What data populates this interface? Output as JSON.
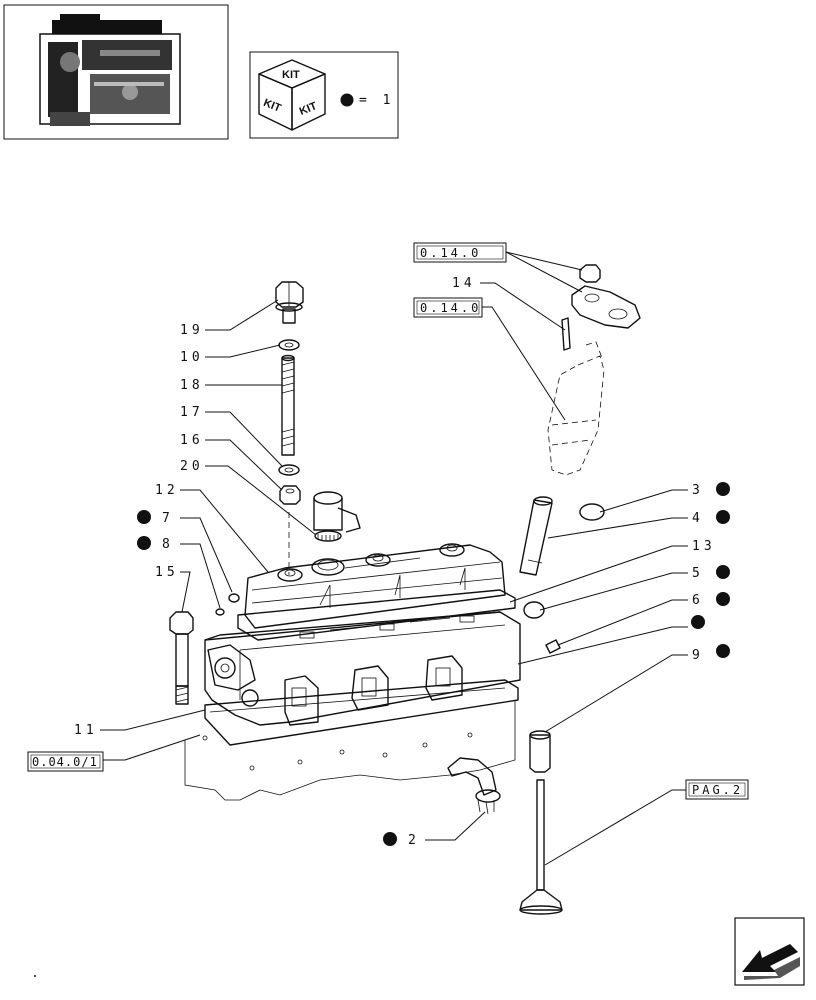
{
  "kit_legend": {
    "kit_text": "KIT",
    "equals_text": "= 1",
    "kit_color": "#111111"
  },
  "labels": [
    {
      "id": "19",
      "text": "19"
    },
    {
      "id": "10",
      "text": "10"
    },
    {
      "id": "18",
      "text": "18"
    },
    {
      "id": "17",
      "text": "17"
    },
    {
      "id": "16",
      "text": "16"
    },
    {
      "id": "20",
      "text": "20"
    },
    {
      "id": "12",
      "text": "12"
    },
    {
      "id": "7",
      "text": "7"
    },
    {
      "id": "8",
      "text": "8"
    },
    {
      "id": "15",
      "text": "15"
    },
    {
      "id": "11",
      "text": "11"
    },
    {
      "id": "14",
      "text": "14"
    },
    {
      "id": "3",
      "text": "3"
    },
    {
      "id": "4",
      "text": "4"
    },
    {
      "id": "13",
      "text": "13"
    },
    {
      "id": "5",
      "text": "5"
    },
    {
      "id": "6",
      "text": "6"
    },
    {
      "id": "9",
      "text": "9"
    },
    {
      "id": "2",
      "text": "2"
    }
  ],
  "refs": {
    "ref_a": "0.14.0",
    "ref_b": "0.14.0",
    "ref_c": "0.04.0/1",
    "ref_d": "PAG.2"
  },
  "icons": {
    "thumbnail": "engine-thumbnail-icon",
    "kit_box": "kit-box-icon",
    "nav": "next-page-arrow-icon"
  }
}
